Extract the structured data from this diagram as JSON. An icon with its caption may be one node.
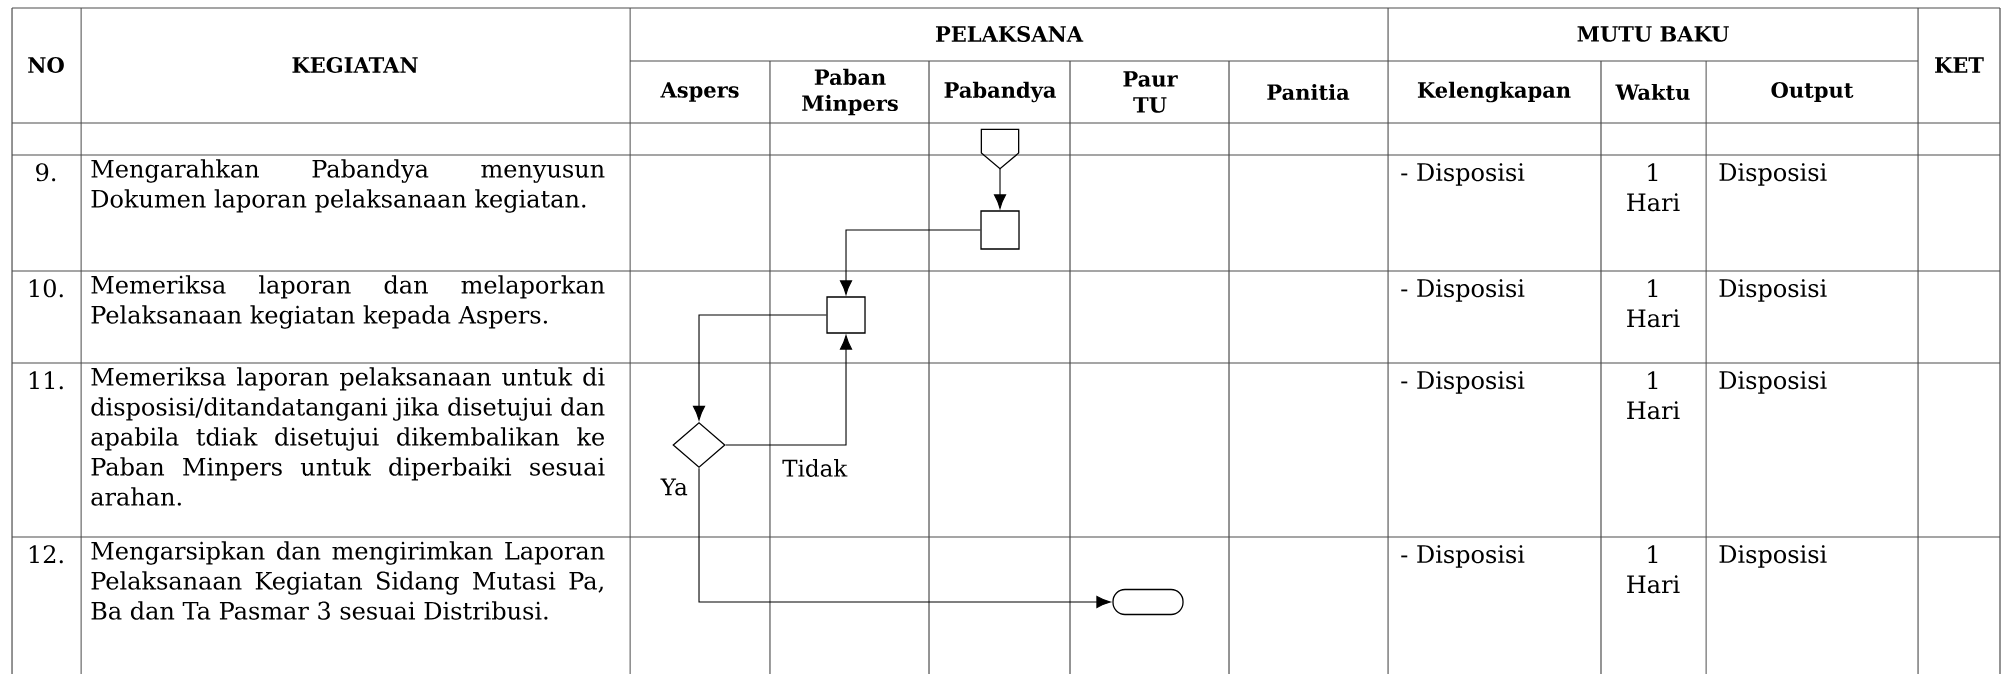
{
  "diagram": {
    "nodes": [
      {
        "text": [],
        "shape": "pentagon"
      },
      {
        "text": [],
        "shape": "box"
      },
      {
        "text": [],
        "shape": "box"
      },
      {
        "text": [],
        "shape": "diamond"
      },
      {
        "text": [],
        "shape": "terminator"
      }
    ],
    "edges": [
      {
        "from": 0,
        "to": 1,
        "arrow": "to"
      },
      {
        "from": 1,
        "to": 2,
        "arrow": "to"
      },
      {
        "from": 2,
        "to": 3,
        "arrow": "to"
      },
      {
        "from": 3,
        "to": 2,
        "arrow": "to",
        "label": "Tidak"
      },
      {
        "from": 3,
        "to": 4,
        "arrow": "to",
        "label": "Ya"
      }
    ],
    "labels": [
      "NO",
      "KEGIATAN",
      "PELAKSANA",
      "MUTU BAKU",
      "KET",
      "Aspers",
      "Paban Minpers",
      "Pabandya",
      "Paur TU",
      "Panitia",
      "Kelengkapan",
      "Waktu",
      "Output",
      "9.",
      "Mengarahkan Pabandya menyusun Dokumen laporan pelaksanaan kegiatan.",
      "- Disposisi",
      "1 Hari",
      "Disposisi",
      "10.",
      "Memeriksa laporan dan melaporkan Pelaksanaan kegiatan kepada Aspers.",
      "- Disposisi",
      "1 Hari",
      "Disposisi",
      "11.",
      "Memeriksa laporan pelaksanaan untuk di disposisi/ditandatangani jika disetujui dan apabila tdiak disetujui dikembalikan ke Paban Minpers untuk diperbaiki sesuai arahan.",
      "- Disposisi",
      "1 Hari",
      "Disposisi",
      "12.",
      "Mengarsipkan dan mengirimkan Laporan Pelaksanaan Kegiatan Sidang Mutasi Pa, Ba dan Ta Pasmar 3 sesuai Distribusi.",
      "- Disposisi",
      "1 Hari",
      "Disposisi"
    ]
  }
}
